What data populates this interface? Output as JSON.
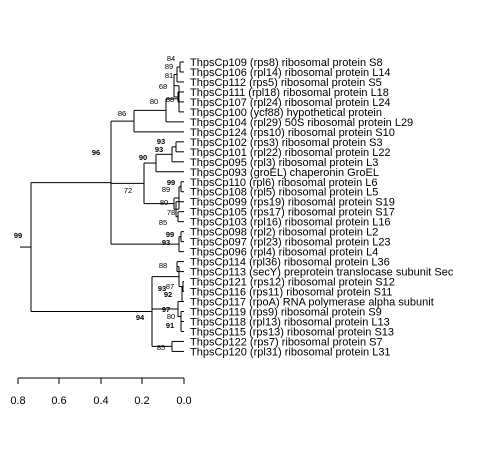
{
  "tree": {
    "type": "dendrogram",
    "scale_ticks": [
      "0.8",
      "0.6",
      "0.4",
      "0.2",
      "0.0"
    ],
    "leaves": [
      "ThpsCp109 (rps8) ribosomal protein S8",
      "ThpsCp106 (rpl14) ribosomal protein L14",
      "ThpsCp112 (rps5) ribosomal protein S5",
      "ThpsCp111 (rpl18) ribosomal protein L18",
      "ThpsCp107 (rpl24) ribosomal protein L24",
      "ThpsCp100 (ycf88) hypothetical protein",
      "ThpsCp104 (rpl29) 50S ribosomal protein L29",
      "ThpsCp124 (rps10) ribosomal protein S10",
      "ThpsCp102 (rps3) ribosomal protein S3",
      "ThpsCp101 (rpl22) ribosomal protein L22",
      "ThpsCp095 (rpl3) ribosomal protein L3",
      "ThpsCp093 (groEL) chaperonin GroEL",
      "ThpsCp110 (rpl6) ribosomal protein L6",
      "ThpsCp108 (rpl5) ribosomal protein L5",
      "ThpsCp099 (rps19) ribosomal protein S19",
      "ThpsCp105 (rps17) ribosomal protein S17",
      "ThpsCp103 (rpl16) ribosomal protein L16",
      "ThpsCp098 (rpl2) ribosomal protein L2",
      "ThpsCp097 (rpl23) ribosomal protein L23",
      "ThpsCp096 (rpl4) ribosomal protein L4",
      "ThpsCp114 (rpl36) ribosomal protein L36",
      "ThpsCp113 (secY) preprotein translocase subunit Sec",
      "ThpsCp121 (rps12) ribosomal protein S12",
      "ThpsCp116 (rps11) ribosomal protein S11",
      "ThpsCp117 (rpoA) RNA polymerase alpha subunit",
      "ThpsCp119 (rps9) ribosomal protein S9",
      "ThpsCp118 (rpl13) ribosomal protein L13",
      "ThpsCp115 (rps13) ribosomal protein S13",
      "ThpsCp122 (rps7) ribosomal protein S7",
      "ThpsCp120 (rpl31) ribosomal protein L31"
    ],
    "bootstrap": {
      "n1": "84",
      "n2": "89",
      "n3": "81",
      "n4": "68",
      "n5": "88",
      "n6": "80",
      "n7": "86",
      "n8": "93",
      "n9": "93",
      "n10": "90",
      "n11": "99",
      "n12": "89",
      "n13": "80",
      "n14": "78",
      "n15": "85",
      "n16": "72",
      "n17": "99",
      "n18": "93",
      "n19": "96",
      "n20": "88",
      "n21": "87",
      "n22": "93",
      "n23": "92",
      "n24": "97",
      "n25": "80",
      "n26": "91",
      "n27": "85",
      "n28": "94",
      "n29": "99"
    }
  }
}
